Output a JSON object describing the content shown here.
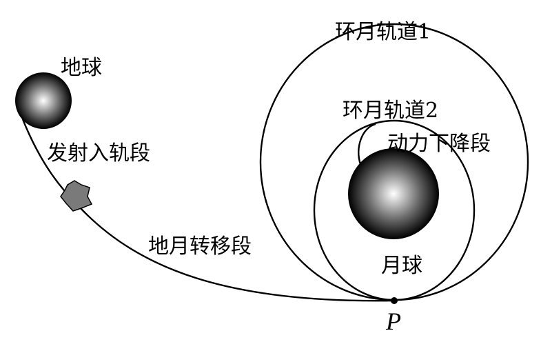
{
  "labels": {
    "earth": "地球",
    "launch": "发射入轨段",
    "transfer": "地月转移段",
    "orbit1": "环月轨道1",
    "orbit2": "环月轨道2",
    "descent": "动力下降段",
    "moon": "月球",
    "point_p": "P"
  },
  "colors": {
    "line": "#000000",
    "sphere_light": "#ffffff",
    "sphere_dark": "#000000",
    "probe": "#7a7a7a"
  },
  "icons": {
    "earth": "shaded-sphere",
    "moon": "shaded-sphere",
    "probe": "spacecraft-shape",
    "point_p": "filled-dot"
  }
}
